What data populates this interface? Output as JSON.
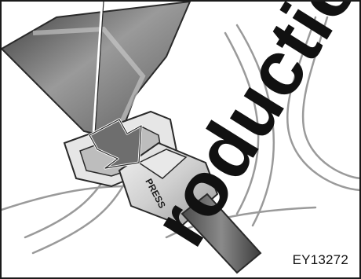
{
  "figure": {
    "id_label": "EY13272",
    "buckle_text": "PRESS",
    "watermark_text": "roductio"
  },
  "colors": {
    "line": "#2a2a2a",
    "belt_dark": "#4a4a4a",
    "belt_mid": "#8a8a8a",
    "belt_light": "#c8c8c8",
    "buckle_fill": "#d9d9d9",
    "arrow_fill": "#6e6e6e",
    "bg": "#ffffff"
  }
}
